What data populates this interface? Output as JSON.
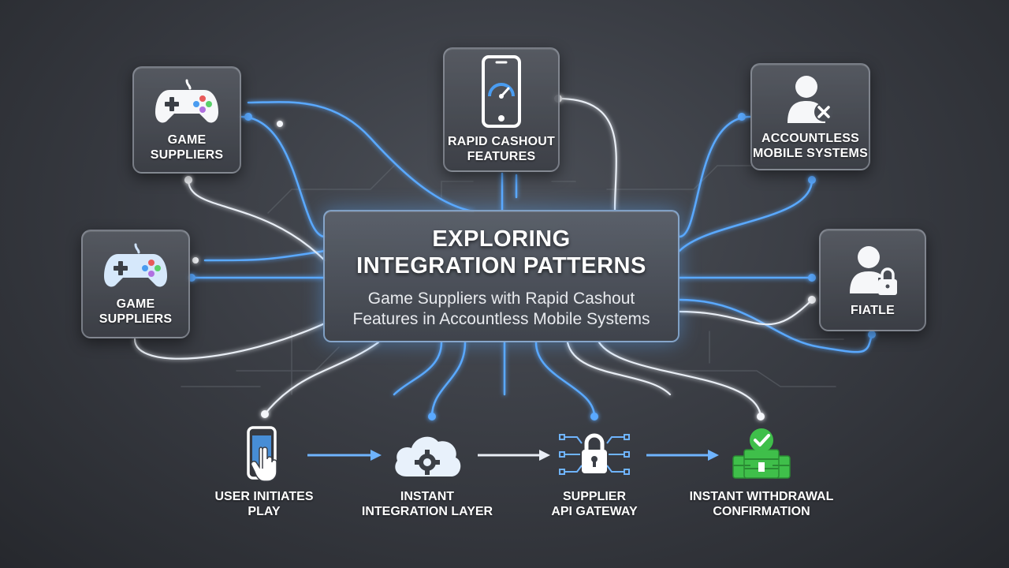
{
  "center": {
    "title": "Exploring\nIntegration Patterns",
    "subtitle": "Game Suppliers with Rapid Cashout\nFeatures in Accountless Mobile Systems"
  },
  "cards": [
    {
      "label": "Game\nSuppliers",
      "icon": "gamepad-icon"
    },
    {
      "label": "Rapid Cashout\nFeatures",
      "icon": "phone-gauge-icon"
    },
    {
      "label": "Accountless\nMobile Systems",
      "icon": "user-x-icon"
    },
    {
      "label": "Game\nSuppliers",
      "icon": "gamepad-icon"
    },
    {
      "label": "Fiatle",
      "icon": "user-lock-icon"
    }
  ],
  "flow": [
    {
      "label": "User Initiates\nPlay",
      "icon": "phone-tap-icon"
    },
    {
      "label": "Instant\nIntegration Layer",
      "icon": "cloud-gear-icon"
    },
    {
      "label": "Supplier\nAPI Gateway",
      "icon": "circuit-lock-icon"
    },
    {
      "label": "Instant Withdrawal\nConfirmation",
      "icon": "coins-check-icon"
    }
  ],
  "colors": {
    "wire_blue": "#5aa9ff",
    "wire_white": "#e9eef5",
    "accent_green": "#3fbf4a",
    "gamepad_red": "#e85a5a",
    "gamepad_green": "#5ad06a",
    "gamepad_blue": "#4a9cf0"
  }
}
